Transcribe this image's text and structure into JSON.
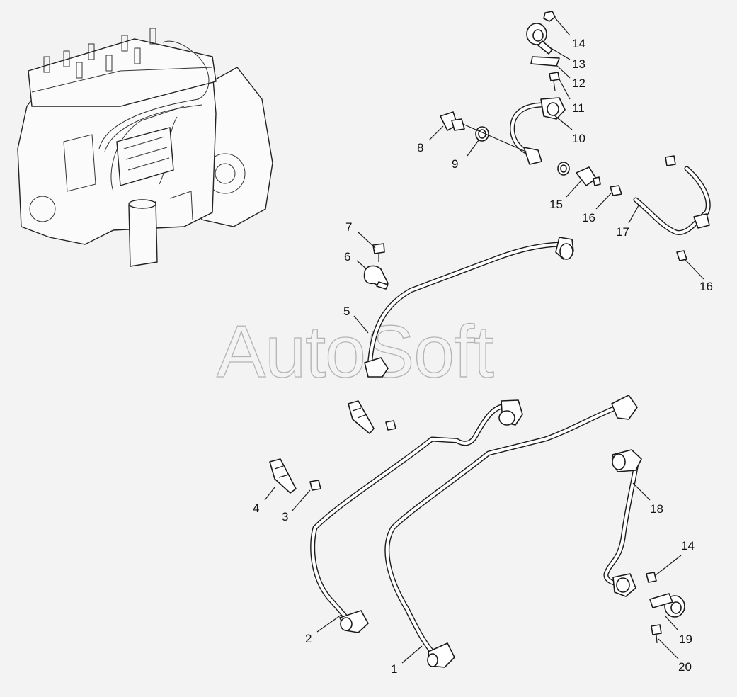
{
  "watermark": {
    "text": "AutoSoft"
  },
  "callouts": [
    {
      "id": "c14a",
      "label": "14"
    },
    {
      "id": "c13",
      "label": "13"
    },
    {
      "id": "c12",
      "label": "12"
    },
    {
      "id": "c11",
      "label": "11"
    },
    {
      "id": "c10",
      "label": "10"
    },
    {
      "id": "c8",
      "label": "8"
    },
    {
      "id": "c9",
      "label": "9"
    },
    {
      "id": "c15",
      "label": "15"
    },
    {
      "id": "c16a",
      "label": "16"
    },
    {
      "id": "c17",
      "label": "17"
    },
    {
      "id": "c16b",
      "label": "16"
    },
    {
      "id": "c7",
      "label": "7"
    },
    {
      "id": "c6",
      "label": "6"
    },
    {
      "id": "c5",
      "label": "5"
    },
    {
      "id": "c4",
      "label": "4"
    },
    {
      "id": "c3",
      "label": "3"
    },
    {
      "id": "c18",
      "label": "18"
    },
    {
      "id": "c14b",
      "label": "14"
    },
    {
      "id": "c2",
      "label": "2"
    },
    {
      "id": "c19",
      "label": "19"
    },
    {
      "id": "c1",
      "label": "1"
    },
    {
      "id": "c20",
      "label": "20"
    }
  ]
}
